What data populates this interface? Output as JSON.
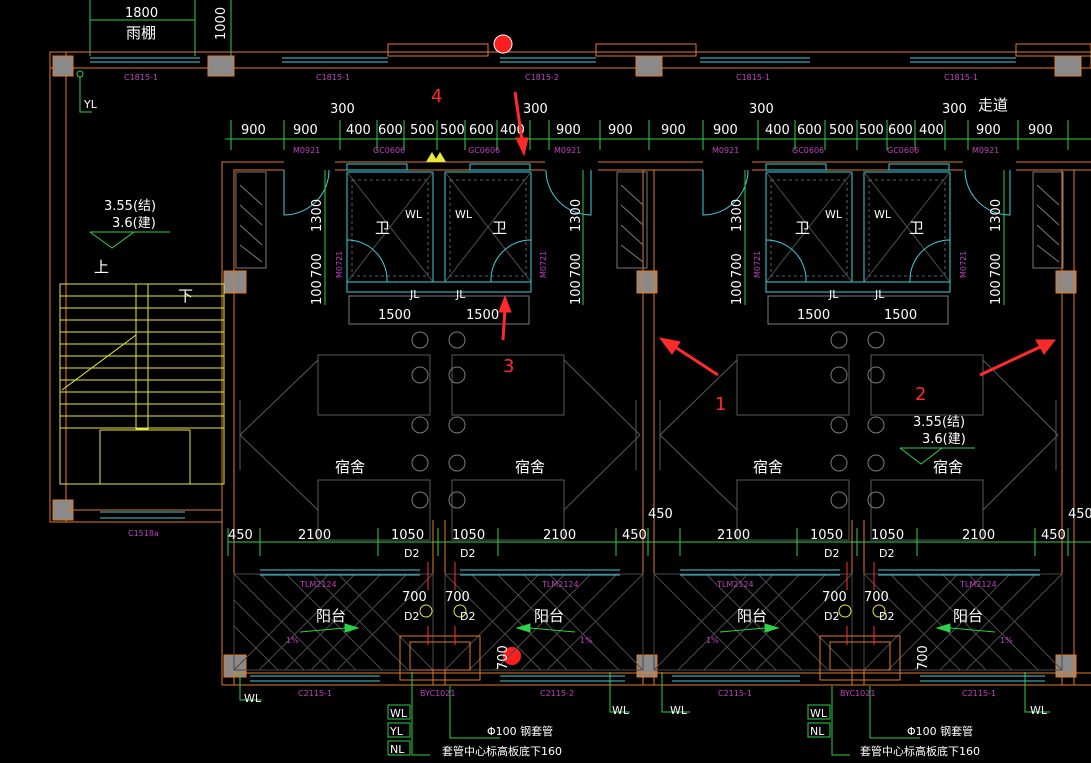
{
  "top_labels": {
    "dim_1800": "1800",
    "canopy": "雨棚",
    "dim_1000": "1000",
    "corridor": "走道"
  },
  "window_tags": [
    "C1815-1",
    "C1815-1",
    "C1815-2",
    "C1815-1",
    "C1815-1"
  ],
  "stair_window_tag": "C1518a",
  "door_tags": [
    "M0921",
    "GC0606",
    "GC0606",
    "M0921",
    "M0921",
    "GC0606",
    "GC0606",
    "M0921"
  ],
  "balcony_door_tags": [
    "TLM2124",
    "TLM2124",
    "TLM2124",
    "TLM2124"
  ],
  "balcony_window_tags": [
    "C2115-1",
    "C2115-2",
    "C2115-1",
    "C2115-1"
  ],
  "byc_tags": [
    "BYC1021",
    "BYC1021"
  ],
  "bathroom_door_tag": "M0721",
  "dims_300": [
    "300",
    "300",
    "300",
    "300"
  ],
  "top_dims_row": [
    "900",
    "900",
    "400",
    "600",
    "500",
    "500",
    "600",
    "400",
    "900",
    "900",
    "900",
    "900",
    "400",
    "600",
    "500",
    "500",
    "600",
    "400",
    "900",
    "900"
  ],
  "vert_dims": [
    "1300",
    "700",
    "100"
  ],
  "bath_width": "1500",
  "bottom_dims": [
    "450",
    "2100",
    "1050",
    "1050",
    "2100",
    "450",
    "2100",
    "1050",
    "1050",
    "2100",
    "450"
  ],
  "left_450": "450",
  "balcony_dims": [
    "700",
    "700",
    "700",
    "700"
  ],
  "balcony_700_vert": "700",
  "rooms": {
    "dorm": "宿舍",
    "bath": "卫",
    "balcony": "阳台"
  },
  "elevation": {
    "struct": "3.55(结)",
    "arch": "3.6(建)"
  },
  "stair": {
    "up": "上",
    "down": "下"
  },
  "pipe_labels": {
    "YL": "YL",
    "WL": "WL",
    "JL": "JL",
    "NL": "NL",
    "D2": "D2"
  },
  "slope": "1%",
  "pipe_note_1": "Φ100 钢套管",
  "pipe_note_2": "套管中心标高板底下160",
  "annotations": [
    "1",
    "2",
    "3",
    "4"
  ],
  "colors": {
    "wall": "#e07a2a",
    "window": "#3fd0e0",
    "dim": "#2fd04a",
    "furniture": "#7a7a7a",
    "stair": "#e8e83a",
    "annot": "#ff2a2a",
    "tag": "#c040c0",
    "column": "#8a8a8a"
  }
}
